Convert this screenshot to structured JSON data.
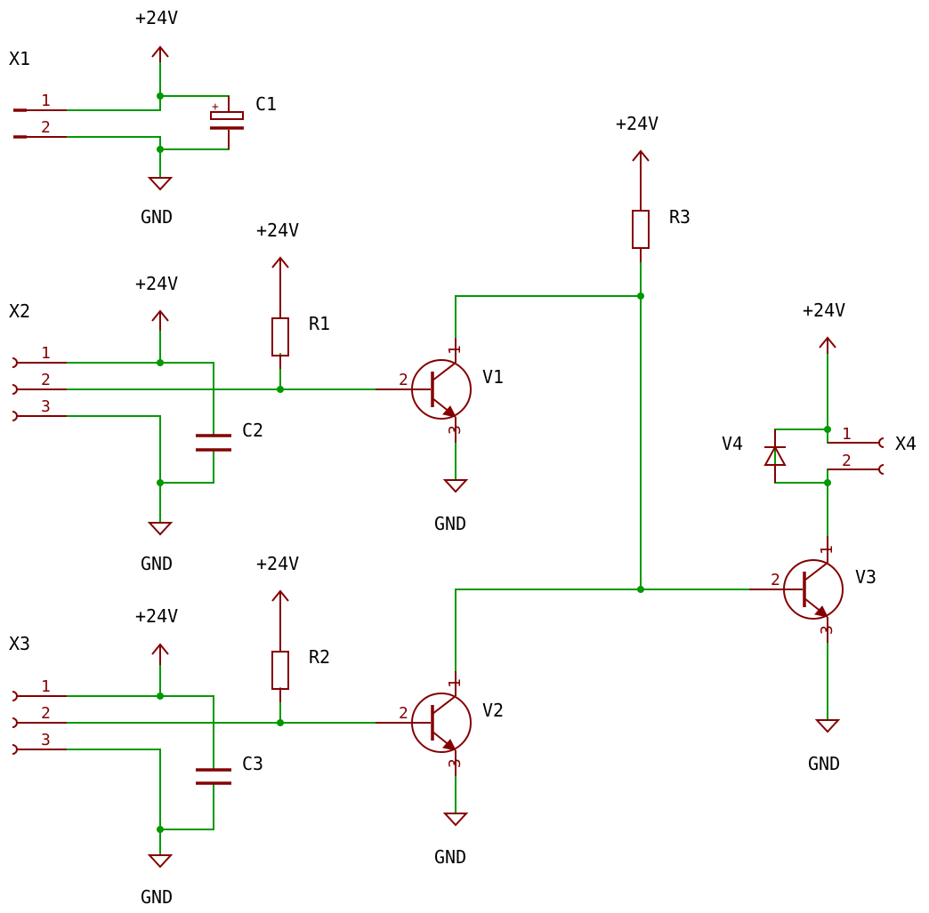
{
  "colors": {
    "wire": "#009900",
    "symbol": "#840000",
    "text": "#000000",
    "pin_text": "#840000",
    "background": "#ffffff"
  },
  "labels": {
    "supply": "+24V",
    "ground": "GND",
    "X1": "X1",
    "X2": "X2",
    "X3": "X3",
    "X4": "X4",
    "C1": "C1",
    "C2": "C2",
    "C3": "C3",
    "R1": "R1",
    "R2": "R2",
    "R3": "R3",
    "V1": "V1",
    "V2": "V2",
    "V3": "V3",
    "V4": "V4"
  },
  "pins": {
    "p1": "1",
    "p2": "2",
    "p3": "3",
    "plus": "+"
  }
}
